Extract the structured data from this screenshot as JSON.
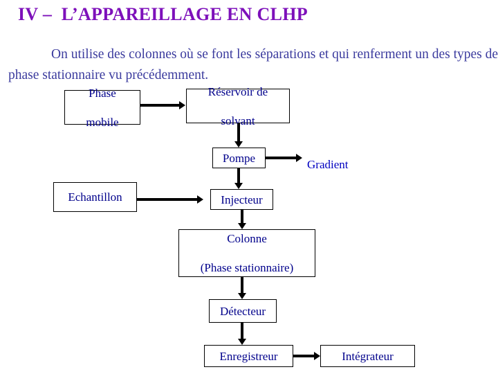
{
  "slide": {
    "title": "IV –  L’APPAREILLAGE EN CLHP",
    "title_color": "#7d10ba",
    "body_color": "#3b3b9e",
    "node_text_color": "#00008b",
    "paragraph": "On utilise des colonnes où se font les séparations et qui renferment un des types de phase stationnaire vu précédemment."
  },
  "diagram": {
    "type": "flowchart",
    "nodes": [
      {
        "id": "phase-mobile",
        "label_line1": "Phase",
        "label_line2": "mobile"
      },
      {
        "id": "reservoir",
        "label_line1": "Réservoir de",
        "label_line2": "solvant"
      },
      {
        "id": "pompe",
        "label_line1": "Pompe",
        "label_line2": ""
      },
      {
        "id": "echantillon",
        "label_line1": "Echantillon",
        "label_line2": ""
      },
      {
        "id": "injecteur",
        "label_line1": "Injecteur",
        "label_line2": ""
      },
      {
        "id": "colonne",
        "label_line1": "Colonne",
        "label_line2": "(Phase stationnaire)"
      },
      {
        "id": "detecteur",
        "label_line1": "Détecteur",
        "label_line2": ""
      },
      {
        "id": "enregistreur",
        "label_line1": "Enregistreur",
        "label_line2": ""
      },
      {
        "id": "integrateur",
        "label_line1": "Intégrateur",
        "label_line2": ""
      }
    ],
    "free_labels": [
      {
        "id": "gradient",
        "text": "Gradient"
      }
    ],
    "edges": [
      {
        "from": "phase-mobile",
        "to": "reservoir",
        "direction": "right"
      },
      {
        "from": "reservoir",
        "to": "pompe",
        "direction": "down"
      },
      {
        "from": "pompe",
        "to": "gradient",
        "direction": "right"
      },
      {
        "from": "pompe",
        "to": "injecteur",
        "direction": "down"
      },
      {
        "from": "echantillon",
        "to": "injecteur",
        "direction": "right"
      },
      {
        "from": "injecteur",
        "to": "colonne",
        "direction": "down"
      },
      {
        "from": "colonne",
        "to": "detecteur",
        "direction": "down"
      },
      {
        "from": "detecteur",
        "to": "enregistreur",
        "direction": "down"
      },
      {
        "from": "enregistreur",
        "to": "integrateur",
        "direction": "right"
      }
    ]
  }
}
